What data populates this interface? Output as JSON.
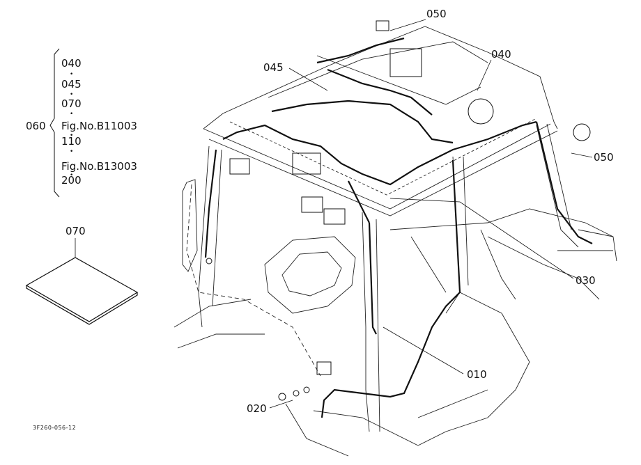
{
  "legend": {
    "group_label": "060",
    "items": [
      "040",
      "045",
      "070",
      "Fig.No.B11003",
      "110",
      "Fig.No.B13003",
      "200"
    ],
    "separator": "•"
  },
  "callouts": {
    "c050_top": "050",
    "c045": "045",
    "c040": "040",
    "c050_right": "050",
    "c030": "030",
    "c010": "010",
    "c020": "020",
    "c070": "070"
  },
  "drawing_code": "3F260-056-12"
}
